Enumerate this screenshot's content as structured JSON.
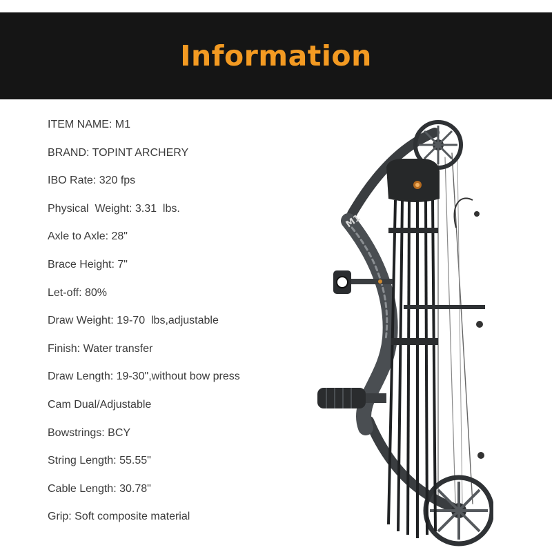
{
  "header": {
    "title": "Information"
  },
  "specs": [
    "ITEM NAME: M1",
    "BRAND: TOPINT ARCHERY",
    "IBO Rate: 320 fps",
    "Physical  Weight: 3.31  lbs.",
    "Axle to Axle: 28\"",
    "Brace Height: 7\"",
    "Let-off: 80%",
    "Draw Weight: 19-70  lbs,adjustable",
    "Finish: Water transfer",
    "Draw Length: 19-30\",without bow press",
    "Cam Dual/Adjustable",
    "Bowstrings: BCY",
    "String Length: 55.55\"",
    "Cable Length: 30.78\"",
    "Grip: Soft composite material"
  ],
  "colors": {
    "banner_bg": "#151515",
    "title": "#f39a22",
    "text": "#3b3b3b"
  },
  "image": {
    "subject": "compound-bow-with-quiver",
    "logo_text": "M1"
  }
}
